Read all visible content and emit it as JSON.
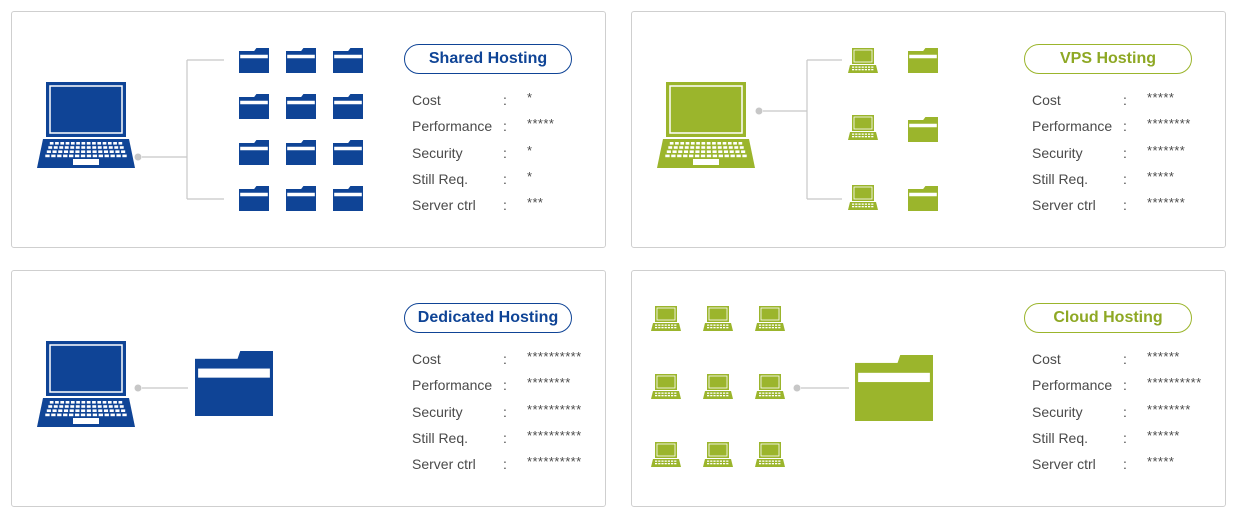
{
  "panels": [
    {
      "title": "Shared Hosting",
      "accent": "#0f4496",
      "stats": [
        {
          "label": "Cost",
          "value": "*"
        },
        {
          "label": "Performance",
          "value": "*****"
        },
        {
          "label": "Security",
          "value": "*"
        },
        {
          "label": "Still Req.",
          "value": "*"
        },
        {
          "label": "Server ctrl",
          "value": "***"
        }
      ]
    },
    {
      "title": "VPS Hosting",
      "accent": "#9bb52c",
      "stats": [
        {
          "label": "Cost",
          "value": "*****"
        },
        {
          "label": "Performance",
          "value": "********"
        },
        {
          "label": "Security",
          "value": "*******"
        },
        {
          "label": "Still Req.",
          "value": "*****"
        },
        {
          "label": "Server ctrl",
          "value": "*******"
        }
      ]
    },
    {
      "title": "Dedicated Hosting",
      "accent": "#0f4496",
      "stats": [
        {
          "label": "Cost",
          "value": "**********"
        },
        {
          "label": "Performance",
          "value": "********"
        },
        {
          "label": "Security",
          "value": "**********"
        },
        {
          "label": "Still Req.",
          "value": "**********"
        },
        {
          "label": "Server ctrl",
          "value": "**********"
        }
      ]
    },
    {
      "title": "Cloud Hosting",
      "accent": "#9bb52c",
      "stats": [
        {
          "label": "Cost",
          "value": "******"
        },
        {
          "label": "Performance",
          "value": "**********"
        },
        {
          "label": "Security",
          "value": "********"
        },
        {
          "label": "Still Req.",
          "value": "******"
        },
        {
          "label": "Server ctrl",
          "value": "*****"
        }
      ]
    }
  ],
  "icons": {
    "client": "laptop-icon",
    "site": "folder-icon",
    "server": "small-laptop-icon"
  }
}
